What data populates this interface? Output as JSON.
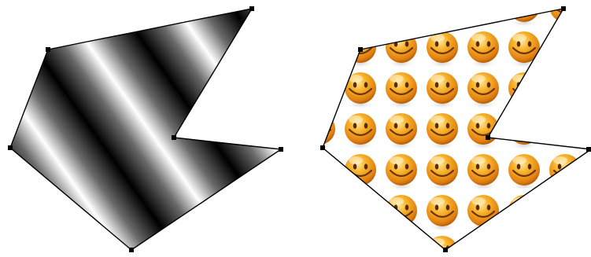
{
  "shapes": [
    {
      "name": "gradient-filled-polygon",
      "fill": "repeating-linear-gradient",
      "colors": [
        "#000000",
        "#d9d9d9",
        "#ffffff"
      ]
    },
    {
      "name": "pattern-filled-polygon",
      "fill": "image-pattern",
      "pattern_icon": "smiley-face-icon",
      "colors": [
        "#f3a21a",
        "#c8690a",
        "#ffe49a"
      ]
    }
  ]
}
